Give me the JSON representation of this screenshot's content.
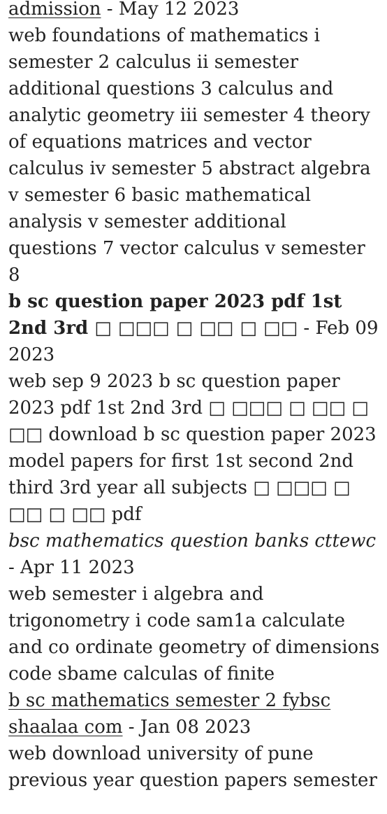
{
  "entries": [
    {
      "title": "admission",
      "date": " - May 12 2023",
      "body": "web foundations of mathematics i semester 2 calculus ii semester additional questions 3 calculus and analytic geometry iii semester 4 theory of equations matrices and vector calculus iv semester 5 abstract algebra v semester 6 basic mathematical analysis v semester additional questions 7 vector calculus v semester 8"
    },
    {
      "title": "b sc question paper 2023 pdf 1st 2nd 3rd □ □□□ □ □□ □ □□",
      "date": " - Feb 09 2023",
      "body": "web sep 9 2023  b sc question paper 2023 pdf 1st 2nd 3rd □ □□□ □ □□ □ □□ download b sc question paper 2023 model papers for first 1st second 2nd third 3rd year all subjects □ □□□ □ □□ □ □□ pdf"
    },
    {
      "title": "bsc mathematics question banks cttewc",
      "date": " - Apr 11 2023",
      "body": "web semester i algebra and trigonometry i code sam1a calculate and co ordinate geometry of dimensions code sbame calculas of finite"
    },
    {
      "title": "b sc mathematics semester 2 fybsc shaalaa com",
      "date": " - Jan 08 2023",
      "body": "web download university of pune previous year question papers semester"
    }
  ]
}
